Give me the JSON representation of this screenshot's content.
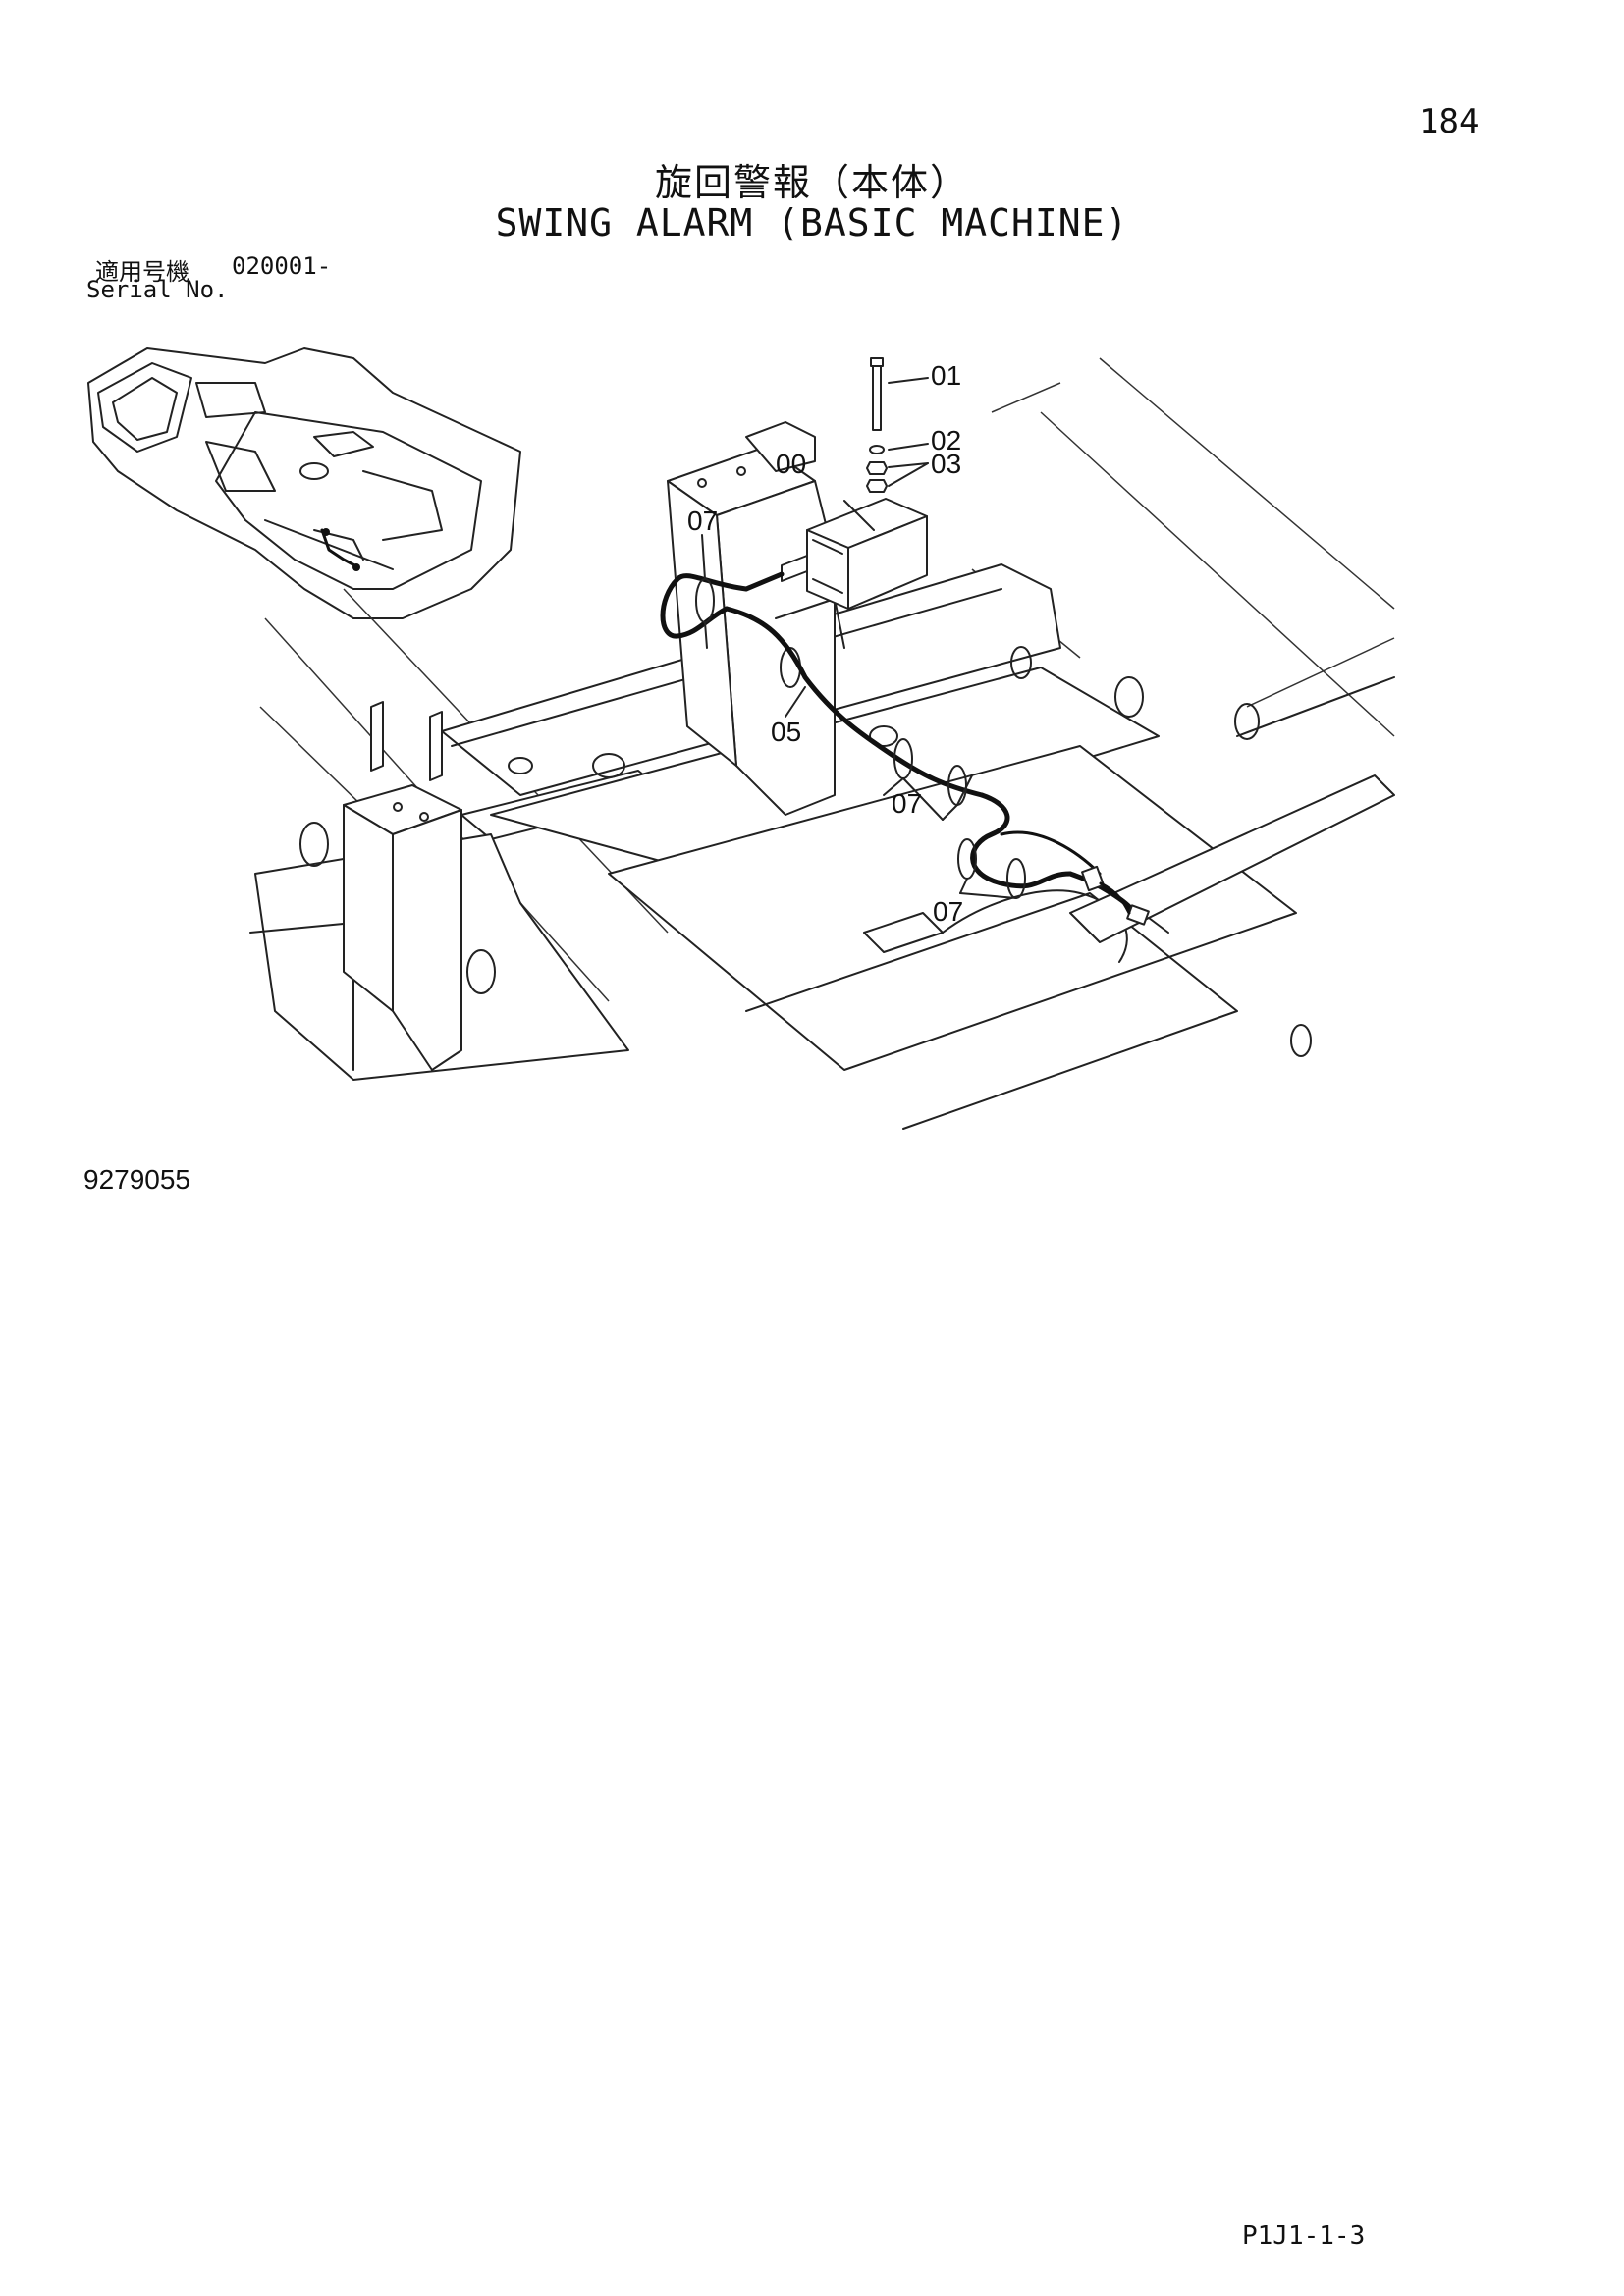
{
  "page_number": "184",
  "title_ja": "旋回警報（本体）",
  "title_en": "SWING ALARM (BASIC MACHINE)",
  "serial": {
    "label_ja": "適用号機",
    "label_en": "Serial No.",
    "value": "020001-"
  },
  "callouts": {
    "c00": "00",
    "c01": "01",
    "c02": "02",
    "c03": "03",
    "c05": "05",
    "c07_top": "07",
    "c07_mid": "07",
    "c07_low": "07"
  },
  "drawing_number": "9279055",
  "page_code": "P1J1-1-3"
}
